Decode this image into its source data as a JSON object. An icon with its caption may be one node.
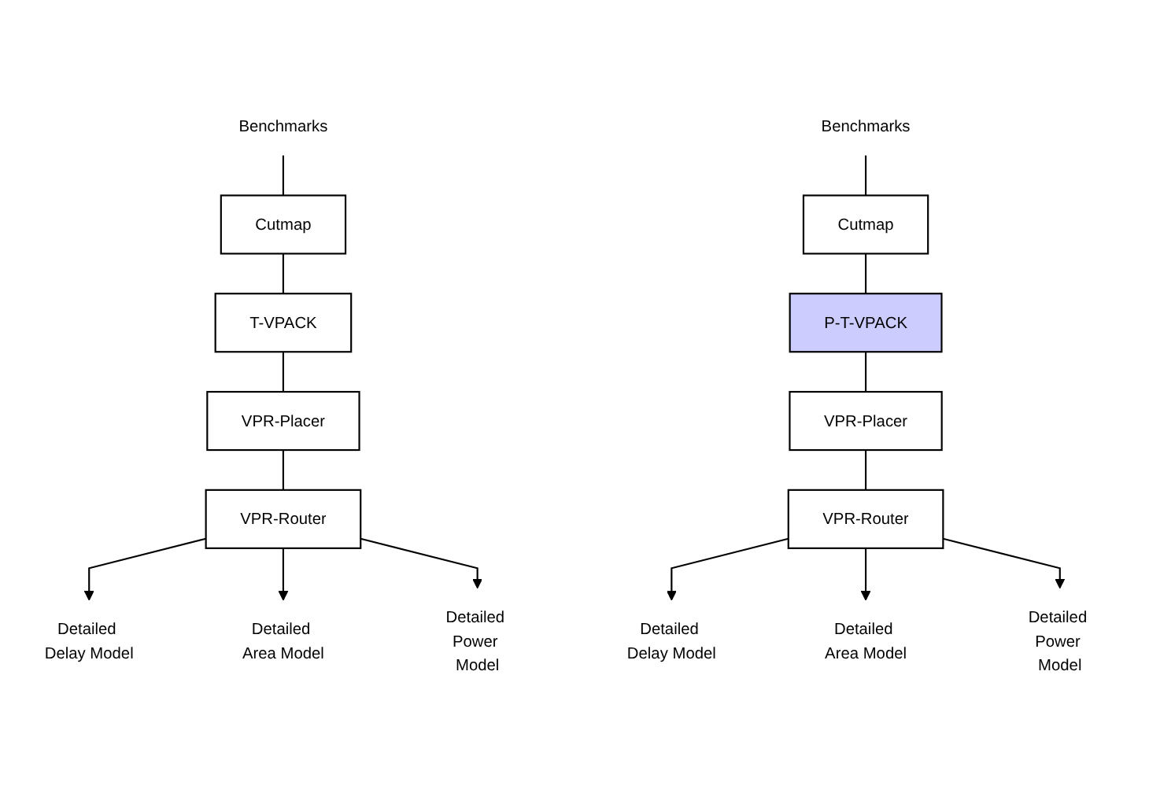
{
  "diagram": {
    "nodes": [
      {
        "text": [
          "Benchmarks"
        ]
      },
      {
        "text": [
          "Cutmap"
        ]
      },
      {
        "text": [
          "T-VPACK"
        ]
      },
      {
        "text": [
          "VPR-Placer"
        ]
      },
      {
        "text": [
          "VPR-Router"
        ]
      },
      {
        "text": [
          "Detailed Delay Model"
        ]
      },
      {
        "text": [
          "Detailed Area Model"
        ]
      },
      {
        "text": [
          "Detailed Power Model"
        ]
      },
      {
        "text": [
          "Benchmarks"
        ]
      },
      {
        "text": [
          "Cutmap"
        ]
      },
      {
        "text": [
          "P-T-VPACK"
        ]
      },
      {
        "text": [
          "VPR-Placer"
        ]
      },
      {
        "text": [
          "VPR-Router"
        ]
      },
      {
        "text": [
          "Detailed Delay Model"
        ]
      },
      {
        "text": [
          "Detailed Area Model"
        ]
      },
      {
        "text": [
          "Detailed Power Model"
        ]
      }
    ],
    "edges": [
      {
        "from": 0,
        "to": 1,
        "arrow": "none"
      },
      {
        "from": 1,
        "to": 2,
        "arrow": "none"
      },
      {
        "from": 2,
        "to": 3,
        "arrow": "none"
      },
      {
        "from": 3,
        "to": 4,
        "arrow": "none"
      },
      {
        "from": 4,
        "to": 5,
        "arrow": "to"
      },
      {
        "from": 4,
        "to": 6,
        "arrow": "to"
      },
      {
        "from": 4,
        "to": 7,
        "arrow": "to"
      },
      {
        "from": 8,
        "to": 9,
        "arrow": "none"
      },
      {
        "from": 9,
        "to": 10,
        "arrow": "none"
      },
      {
        "from": 10,
        "to": 11,
        "arrow": "none"
      },
      {
        "from": 11,
        "to": 12,
        "arrow": "none"
      },
      {
        "from": 12,
        "to": 13,
        "arrow": "to"
      },
      {
        "from": 12,
        "to": 14,
        "arrow": "to"
      },
      {
        "from": 12,
        "to": 15,
        "arrow": "to"
      }
    ]
  }
}
